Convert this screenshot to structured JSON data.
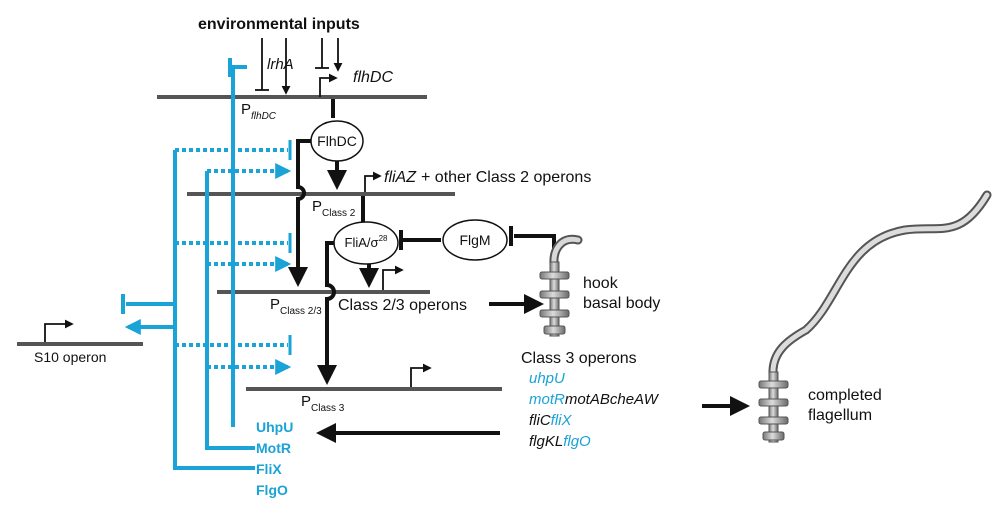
{
  "header": {
    "inputs_label": "environmental inputs"
  },
  "genes": {
    "lrhA": "lrhA",
    "flhDC": "flhDC",
    "fliAZ": "fliAZ",
    "class2_suffix": "+ other Class 2 operons"
  },
  "promoters": {
    "p_letter": "P",
    "flhdc_sub": "flhDC",
    "class2_sub": "Class 2",
    "class23_sub": "Class 2/3",
    "class3_sub": "Class 3"
  },
  "proteins": {
    "flhdc": "FlhDC",
    "flia_base": "FliA/σ",
    "flia_sup": "28",
    "flgm": "FlgM"
  },
  "operons": {
    "class23": "Class 2/3 operons",
    "class3_title": "Class 3 operons",
    "s10": "S10 operon"
  },
  "class3_list": {
    "uhpU": "uhpU",
    "motR": "motR",
    "motABcheAW": "motABcheAW",
    "fliC": "fliC",
    "fliX": "fliX",
    "flgKL": "flgKL",
    "flgO": "flgO"
  },
  "srnas": [
    "UhpU",
    "MotR",
    "FliX",
    "FlgO"
  ],
  "structures": {
    "hook": "hook",
    "basal_body": "basal body",
    "completed": "completed",
    "flagellum": "flagellum"
  },
  "colors": {
    "blue": "#1aa3d6",
    "black": "#111111",
    "gene_line": "#555555",
    "hardware": "#9a9a9a"
  }
}
